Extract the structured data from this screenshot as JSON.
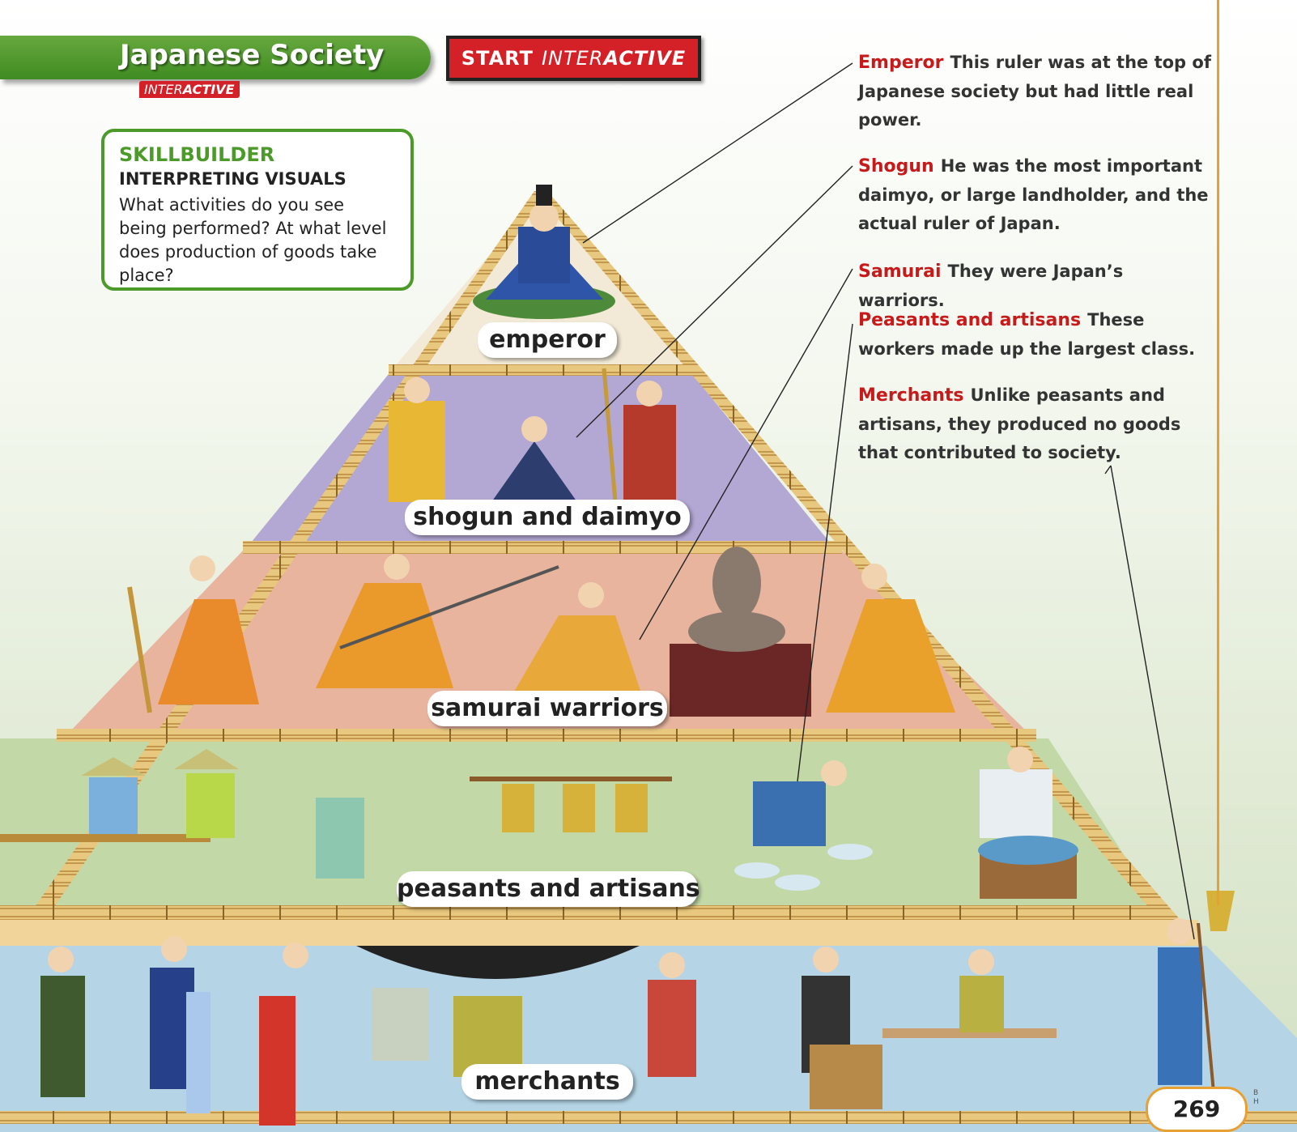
{
  "title": {
    "text": "Japanese Society",
    "tag_plain": "INTER",
    "tag_bold": "ACTIVE"
  },
  "start_button": {
    "word1": "START",
    "word2_plain": "INTER",
    "word2_bold": "ACTIVE"
  },
  "skillbuilder": {
    "heading": "SKILLBUILDER",
    "subheading": "INTERPRETING VISUALS",
    "text": "What activities do you see being performed? At what level does production of goods take place?"
  },
  "annotations": [
    {
      "term": "Emperor",
      "text": "This ruler was at the top of Japanese society but had little real power."
    },
    {
      "term": "Shogun",
      "text": "He was the most important daimyo, or large landholder, and the actual ruler of Japan."
    },
    {
      "term": "Samurai",
      "text": "They were Japan’s warriors."
    },
    {
      "term": "Peasants and artisans",
      "text": "These workers made up the largest class."
    },
    {
      "term": "Merchants",
      "text": "Unlike peasants and artisans, they produced no goods that contributed to society."
    }
  ],
  "tiers": [
    {
      "label": "emperor",
      "color": "#f2ead6"
    },
    {
      "label": "shogun and daimyo",
      "color": "#b3a7d3"
    },
    {
      "label": "samurai warriors",
      "color": "#e8b49e"
    },
    {
      "label": "peasants and artisans",
      "color": "#c2d8a7"
    },
    {
      "label": "merchants",
      "color": "#b5d5e6"
    }
  ],
  "page_number": "269",
  "credit": "B H"
}
